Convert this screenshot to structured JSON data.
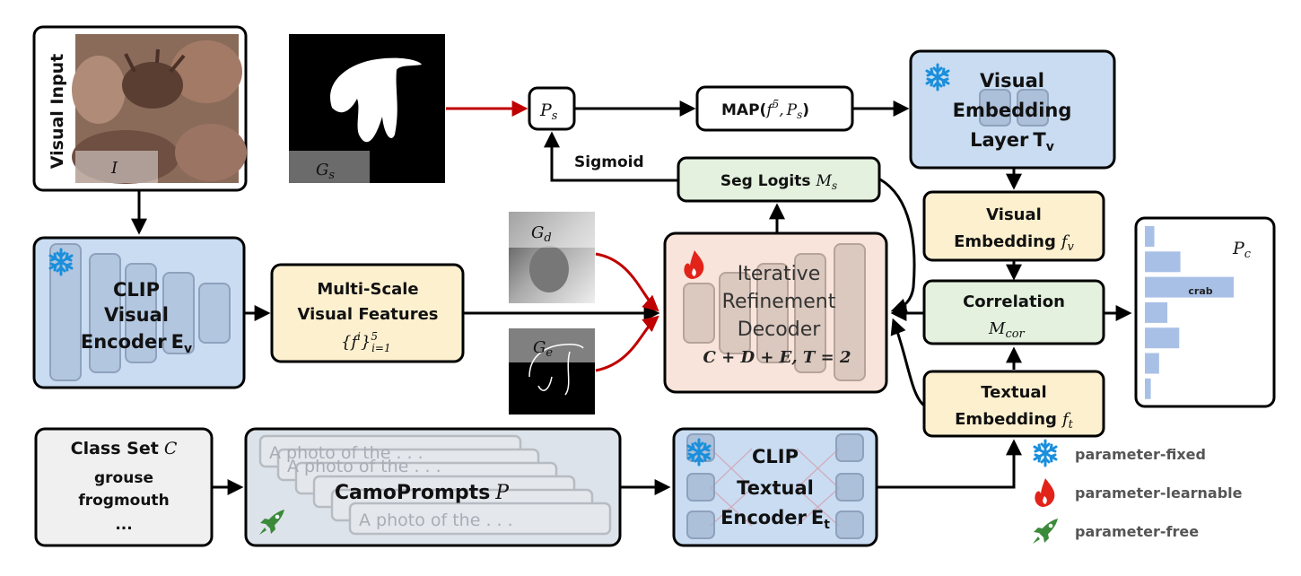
{
  "visual_input": {
    "title": "Visual Input",
    "image_label": "I"
  },
  "mask_seg": {
    "label": "G",
    "sub": "s"
  },
  "mask_depth": {
    "label": "G",
    "sub": "d"
  },
  "mask_edge": {
    "label": "G",
    "sub": "e"
  },
  "ps_node": {
    "label": "P",
    "sub": "s"
  },
  "map_box": {
    "text": "MAP(",
    "f": "f",
    "sup": "5",
    "comma": ",",
    "p": "P",
    "sub": "s",
    "close": ")"
  },
  "visual_embedding_layer": {
    "line1": "Visual",
    "line2": "Embedding",
    "line3": "Layer",
    "symbol": "T",
    "sub": "v"
  },
  "sigmoid": "Sigmoid",
  "seg_logits": {
    "text": "Seg Logits",
    "symbol": "M",
    "sub": "s"
  },
  "visual_embedding": {
    "line1": "Visual",
    "line2": "Embedding",
    "symbol": "f",
    "sub": "v"
  },
  "clip_visual_encoder": {
    "line1": "CLIP",
    "line2": "Visual",
    "line3": "Encoder",
    "symbol": "E",
    "sub": "v"
  },
  "multi_scale": {
    "line1": "Multi-Scale",
    "line2": "Visual Features",
    "set": "{f",
    "sup_i": "i",
    "close": "}",
    "sup5": "5",
    "sub_i1": "i=1"
  },
  "decoder": {
    "line1": "Iterative",
    "line2": "Refinement",
    "line3": "Decoder",
    "formula": "C + D + E, T = 2"
  },
  "correlation": {
    "title": "Correlation",
    "symbol": "M",
    "sub": "cor"
  },
  "textual_embedding": {
    "line1": "Textual",
    "line2": "Embedding",
    "symbol": "f",
    "sub": "t"
  },
  "pc_panel": {
    "label": "P",
    "sub": "c",
    "highlight": "crab",
    "bars": [
      0.08,
      0.3,
      0.75,
      0.19,
      0.29,
      0.12,
      0.05
    ]
  },
  "class_set": {
    "title": "Class Set",
    "symbol": "C",
    "items": [
      "grouse",
      "frogmouth",
      "..."
    ]
  },
  "camoprompts": {
    "title": "CamoPrompts",
    "symbol": "P",
    "prompt_text": "A photo of the . . ."
  },
  "clip_textual_encoder": {
    "line1": "CLIP",
    "line2": "Textual",
    "line3": "Encoder",
    "symbol": "E",
    "sub": "t"
  },
  "legend": [
    {
      "icon": "snowflake",
      "label": "parameter-fixed"
    },
    {
      "icon": "flame",
      "label": "parameter-learnable"
    },
    {
      "icon": "rocket",
      "label": "parameter-free"
    }
  ],
  "colors": {
    "blue": "#c9dcf2",
    "yellow": "#fdf0cf",
    "green": "#e3f1de",
    "peach": "#f8e4da",
    "gray": "#f0f0f0",
    "red_arrow": "#c00000",
    "snow": "#1a8fdc",
    "flame": "#e2231a",
    "rocket": "#3a8a3a"
  }
}
